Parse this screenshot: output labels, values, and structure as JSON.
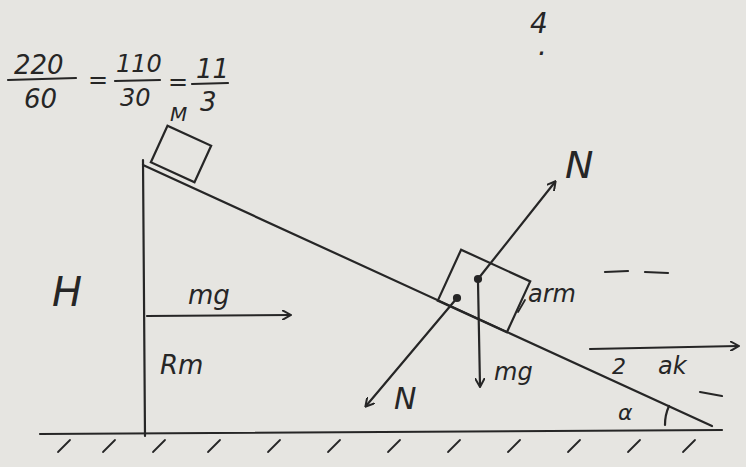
{
  "diagram": {
    "labels": [
      "220",
      "60",
      "=",
      "110",
      "30",
      "=",
      "11",
      "3",
      "M",
      "4",
      ".",
      "H",
      "mg",
      "Rm",
      "N",
      "N",
      "mg",
      "arm",
      "2",
      "ak",
      "α"
    ]
  }
}
